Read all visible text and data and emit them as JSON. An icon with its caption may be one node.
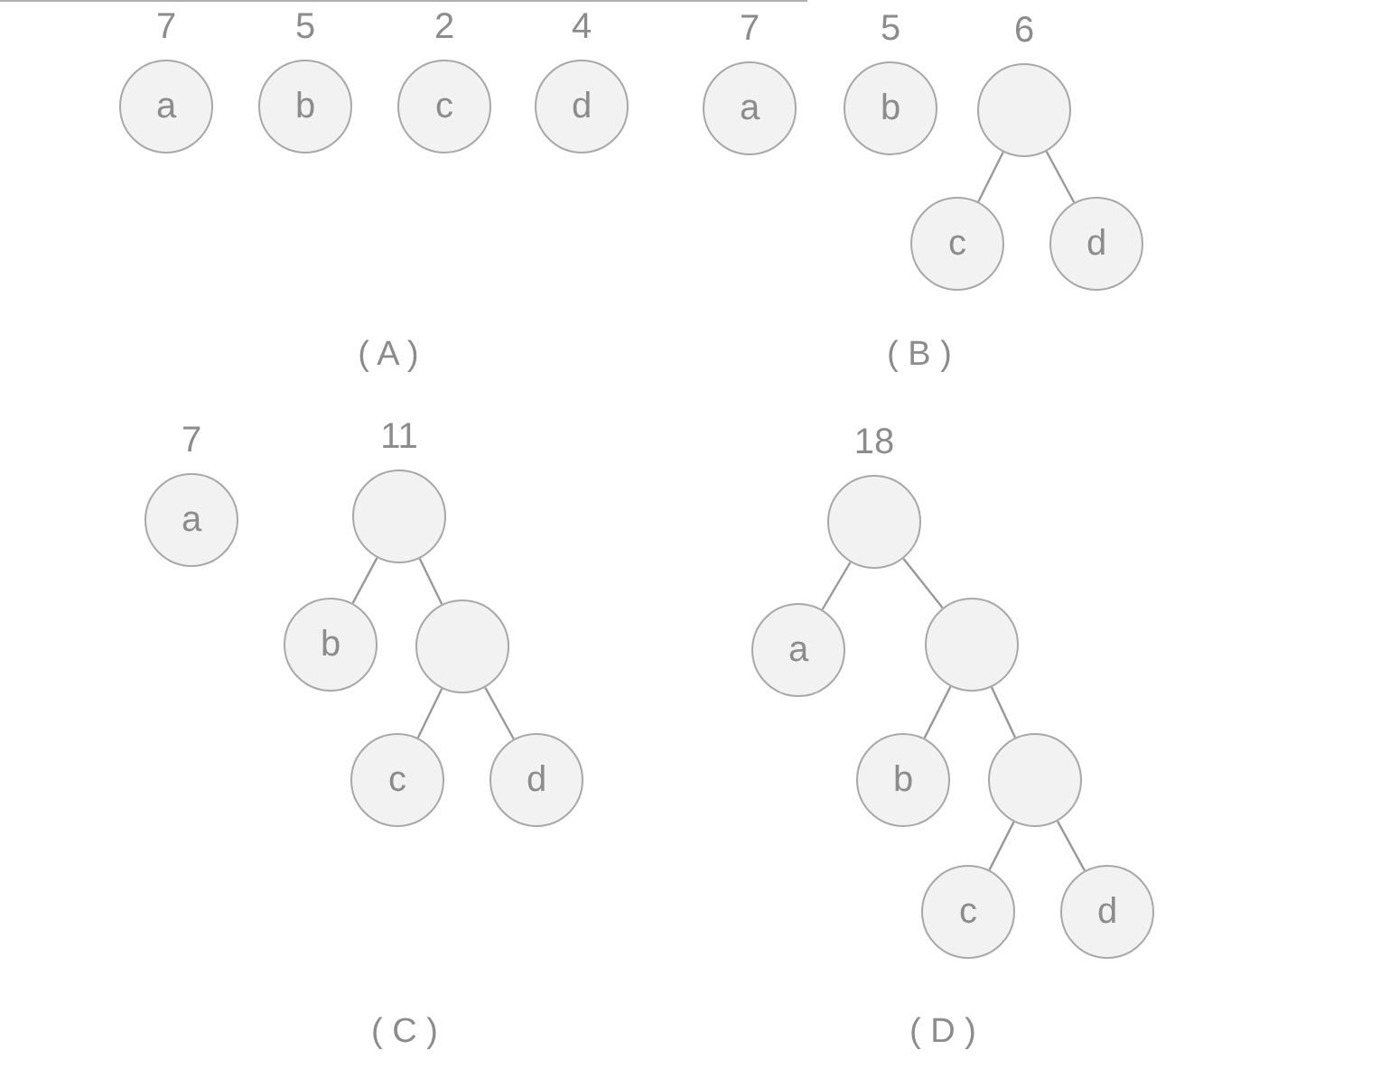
{
  "diagram": {
    "nodes": [
      {
        "text": [
          "a"
        ],
        "beside": [
          "7"
        ]
      },
      {
        "text": [
          "b"
        ],
        "beside": [
          "5"
        ]
      },
      {
        "text": [
          "c"
        ],
        "beside": [
          "2"
        ]
      },
      {
        "text": [
          "d"
        ],
        "beside": [
          "4"
        ]
      },
      {
        "text": [
          "a"
        ],
        "beside": [
          "7"
        ]
      },
      {
        "text": [
          "b"
        ],
        "beside": [
          "5"
        ]
      },
      {
        "text": [],
        "shape": "circle",
        "beside": [
          "6"
        ]
      },
      {
        "text": [
          "c"
        ]
      },
      {
        "text": [
          "d"
        ]
      },
      {
        "text": [
          "a"
        ],
        "beside": [
          "7"
        ]
      },
      {
        "text": [],
        "shape": "circle",
        "beside": [
          "11"
        ]
      },
      {
        "text": [
          "b"
        ]
      },
      {
        "text": [],
        "shape": "circle"
      },
      {
        "text": [
          "c"
        ]
      },
      {
        "text": [
          "d"
        ]
      },
      {
        "text": [],
        "shape": "circle",
        "beside": [
          "18"
        ]
      },
      {
        "text": [
          "a"
        ]
      },
      {
        "text": [],
        "shape": "circle"
      },
      {
        "text": [
          "b"
        ]
      },
      {
        "text": [],
        "shape": "circle"
      },
      {
        "text": [
          "c"
        ]
      },
      {
        "text": [
          "d"
        ]
      }
    ],
    "edges": [
      {
        "from": 6,
        "to": 7,
        "arrow": "none"
      },
      {
        "from": 6,
        "to": 8,
        "arrow": "none"
      },
      {
        "from": 10,
        "to": 11,
        "arrow": "none"
      },
      {
        "from": 10,
        "to": 12,
        "arrow": "none"
      },
      {
        "from": 12,
        "to": 13,
        "arrow": "none"
      },
      {
        "from": 12,
        "to": 14,
        "arrow": "none"
      },
      {
        "from": 15,
        "to": 16,
        "arrow": "none"
      },
      {
        "from": 15,
        "to": 17,
        "arrow": "none"
      },
      {
        "from": 17,
        "to": 18,
        "arrow": "none"
      },
      {
        "from": 17,
        "to": 19,
        "arrow": "none"
      },
      {
        "from": 19,
        "to": 20,
        "arrow": "none"
      },
      {
        "from": 19,
        "to": 21,
        "arrow": "none"
      }
    ],
    "labels": [
      "( A )",
      "( B )",
      "( C )",
      "( D )"
    ]
  }
}
